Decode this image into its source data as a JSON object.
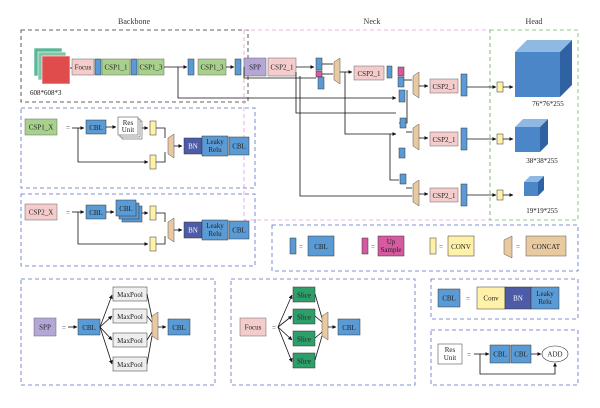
{
  "sections": {
    "backbone": "Backbone",
    "neck": "Neck",
    "head": "Head"
  },
  "input_size": "608*608*3",
  "labels": {
    "focus": "Focus",
    "csp1_1": "CSP1_1",
    "csp1_3": "CSP1_3",
    "spp": "SPP",
    "csp2_1": "CSP2_1",
    "cbl": "CBL",
    "csp1_x": "CSP1_X",
    "csp2_x": "CSP2_X",
    "res_unit_1": "Res",
    "res_unit_2": "Unit",
    "bn": "BN",
    "leaky_1": "Leaky",
    "leaky_2": "Relu",
    "conv_lower": "Conv",
    "conv_upper": "CONV",
    "concat": "CONCAT",
    "up_1": "Up",
    "up_2": "Sample",
    "maxpool": "MaxPool",
    "slice": "Slice",
    "add": "ADD",
    "equals": "="
  },
  "outputs": [
    "76*76*255",
    "38*38*255",
    "19*19*255"
  ],
  "colors": {
    "cbl": "#5b9bd5",
    "csp1": "#a9d18e",
    "csp2": "#f4cccc",
    "spp": "#b4a7d6",
    "conv": "#fff2a8",
    "bn": "#4e5ba6",
    "upsample": "#d65aa0",
    "concat": "#e8c9a0",
    "slice": "#2e9e6b",
    "maxpool": "#eeeeee",
    "head_cube": "#4a86c8",
    "backbone_border": "#333333",
    "neck_border": "#e39ad6",
    "head_border": "#6bbf59",
    "module_border": "#5a6fc9"
  }
}
